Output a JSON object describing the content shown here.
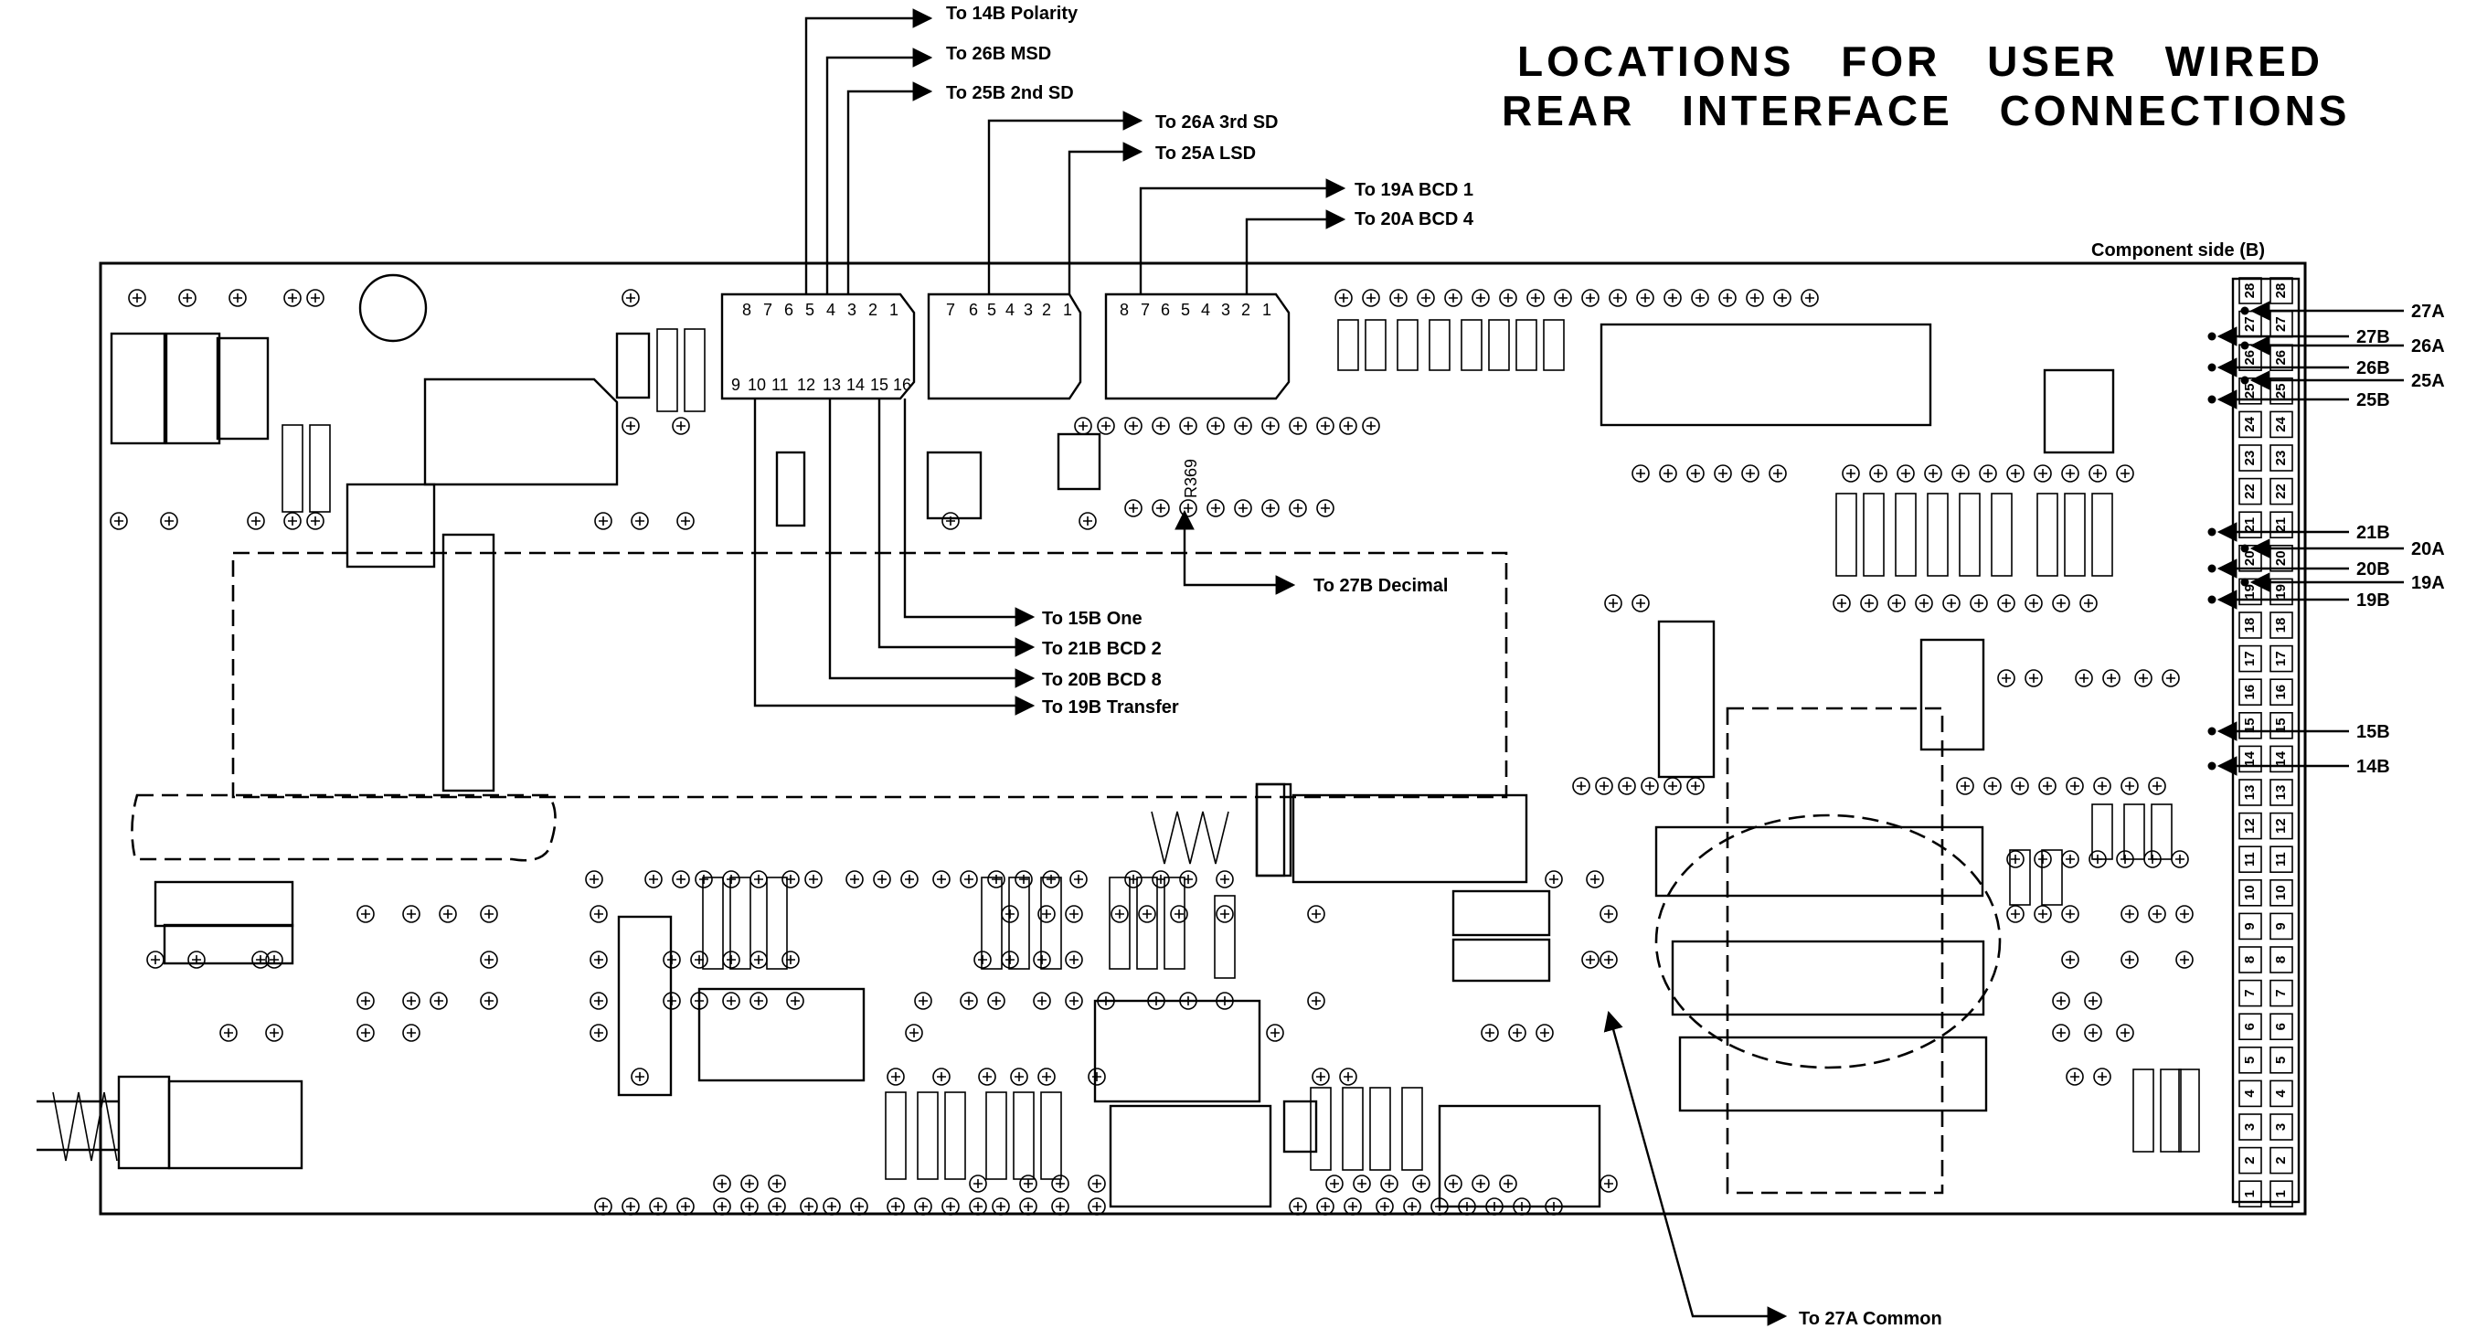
{
  "title": {
    "line1": "LOCATIONS FOR USER WIRED",
    "line2": "REAR INTERFACE CONNECTIONS"
  },
  "board": {
    "side_label": "Component side (B)"
  },
  "ics": [
    {
      "top_pins": [
        "8",
        "7",
        "6",
        "5",
        "4",
        "3",
        "2",
        "1"
      ],
      "bottom_pins": [
        "9",
        "10",
        "11",
        "12",
        "13",
        "14",
        "15",
        "16"
      ]
    },
    {
      "top_pins": [
        "7",
        "6",
        "5",
        "4",
        "3",
        "2",
        "1"
      ]
    },
    {
      "top_pins": [
        "8",
        "7",
        "6",
        "5",
        "4",
        "3",
        "2",
        "1"
      ]
    }
  ],
  "resistor_label": "R369",
  "top_callouts": [
    "To 14B Polarity",
    "To 26B MSD",
    "To 25B 2nd SD",
    "To 26A 3rd SD",
    "To 25A LSD",
    "To 19A BCD 1",
    "To 20A BCD 4"
  ],
  "mid_callouts": [
    "To 15B One",
    "To 21B BCD 2",
    "To 20B BCD 8",
    "To 19B Transfer",
    "To 27B Decimal"
  ],
  "bottom_callout": "To 27A Common",
  "edge_labels": [
    "27A",
    "27B",
    "26A",
    "26B",
    "25A",
    "25B",
    "21B",
    "20A",
    "20B",
    "19A",
    "19B",
    "15B",
    "14B"
  ],
  "connector_numbers": [
    "28",
    "27",
    "26",
    "25",
    "24",
    "23",
    "22",
    "21",
    "20",
    "19",
    "18",
    "17",
    "16",
    "15",
    "14",
    "13",
    "12",
    "11",
    "10",
    "9",
    "8",
    "7",
    "6",
    "5",
    "4",
    "3",
    "2",
    "1"
  ]
}
